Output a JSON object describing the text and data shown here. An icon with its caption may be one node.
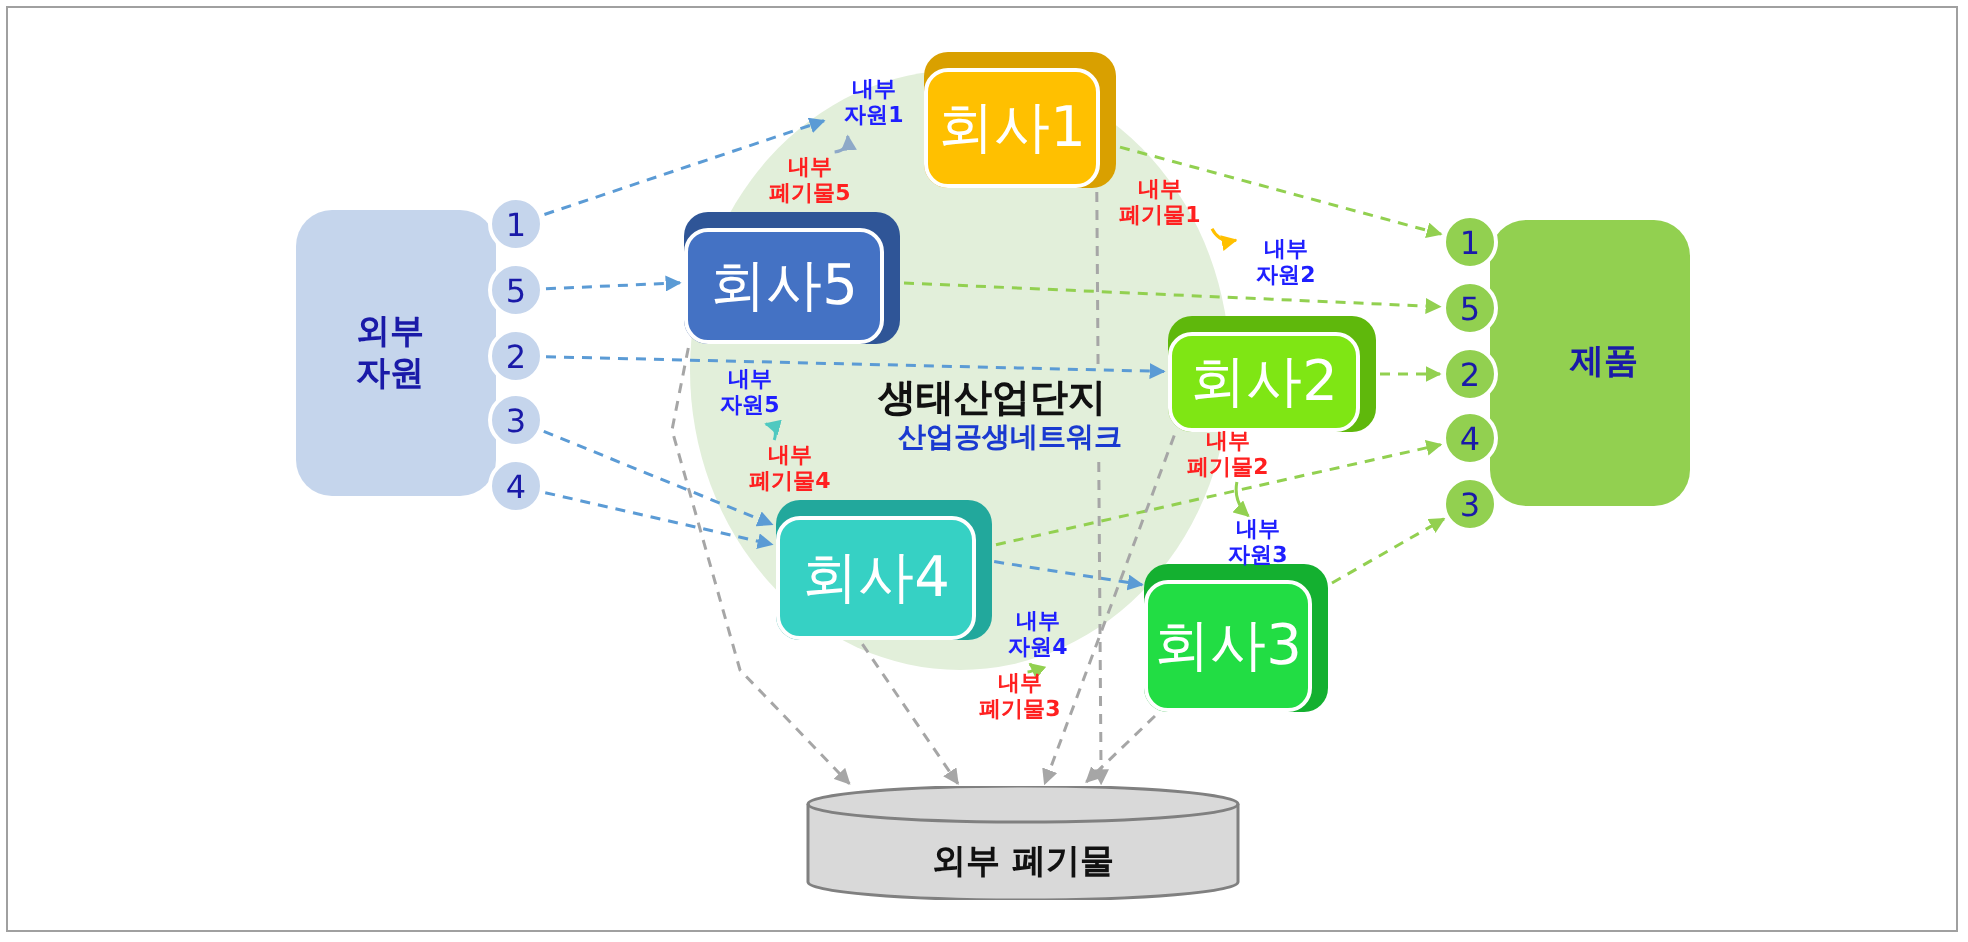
{
  "diagram": {
    "nodes": [
      {
        "text": [
          "외부 자원"
        ]
      },
      {
        "text": [
          "1"
        ]
      },
      {
        "text": [
          "5"
        ]
      },
      {
        "text": [
          "2"
        ]
      },
      {
        "text": [
          "3"
        ]
      },
      {
        "text": [
          "4"
        ]
      },
      {
        "text": [
          "제품"
        ]
      },
      {
        "text": [
          "1"
        ]
      },
      {
        "text": [
          "5"
        ]
      },
      {
        "text": [
          "2"
        ]
      },
      {
        "text": [
          "4"
        ]
      },
      {
        "text": [
          "3"
        ]
      },
      {
        "text": [
          "회사1"
        ]
      },
      {
        "text": [
          "회사5"
        ]
      },
      {
        "text": [
          "회사2"
        ]
      },
      {
        "text": [
          "회사4"
        ]
      },
      {
        "text": [
          "회사3"
        ]
      },
      {
        "text": [
          "외부 폐기물"
        ]
      },
      {
        "text": [
          "내부 자원1"
        ]
      },
      {
        "text": [
          "내부 폐기물5"
        ]
      },
      {
        "text": [
          "내부 폐기물1"
        ]
      },
      {
        "text": [
          "내부 자원2"
        ]
      },
      {
        "text": [
          "내부 자원5"
        ]
      },
      {
        "text": [
          "내부 폐기물4"
        ]
      },
      {
        "text": [
          "내부 폐기물2"
        ]
      },
      {
        "text": [
          "내부 자원3"
        ]
      },
      {
        "text": [
          "내부 자원4"
        ]
      },
      {
        "text": [
          "내부 폐기물3"
        ]
      }
    ],
    "edges": [
      {
        "from": 1,
        "to": 18,
        "arrow": "to",
        "style": "dashed",
        "color": "#5b9bd5"
      },
      {
        "from": 2,
        "to": 13,
        "arrow": "to",
        "style": "dashed",
        "color": "#5b9bd5"
      },
      {
        "from": 3,
        "to": 14,
        "arrow": "to",
        "style": "dashed",
        "color": "#5b9bd5"
      },
      {
        "from": 4,
        "to": 15,
        "arrow": "to",
        "style": "dashed",
        "color": "#5b9bd5"
      },
      {
        "from": 5,
        "to": 15,
        "arrow": "to",
        "style": "dashed",
        "color": "#5b9bd5"
      },
      {
        "from": 15,
        "to": 16,
        "arrow": "to",
        "style": "dashed",
        "color": "#5b9bd5"
      },
      {
        "from": 12,
        "to": 7,
        "arrow": "to",
        "style": "dashed",
        "color": "#92d050"
      },
      {
        "from": 13,
        "to": 8,
        "arrow": "to",
        "style": "dashed",
        "color": "#92d050"
      },
      {
        "from": 14,
        "to": 9,
        "arrow": "to",
        "style": "dashed",
        "color": "#92d050"
      },
      {
        "from": 15,
        "to": 10,
        "arrow": "to",
        "style": "dashed",
        "color": "#92d050"
      },
      {
        "from": 16,
        "to": 11,
        "arrow": "to",
        "style": "dashed",
        "color": "#92d050"
      },
      {
        "from": 12,
        "to": 17,
        "arrow": "to",
        "style": "dashed",
        "color": "#a6a6a6"
      },
      {
        "from": 13,
        "to": 17,
        "arrow": "to",
        "style": "dashed",
        "color": "#a6a6a6"
      },
      {
        "from": 14,
        "to": 17,
        "arrow": "to",
        "style": "dashed",
        "color": "#a6a6a6"
      },
      {
        "from": 15,
        "to": 17,
        "arrow": "to",
        "style": "dashed",
        "color": "#a6a6a6"
      },
      {
        "from": 16,
        "to": 17,
        "arrow": "to",
        "style": "dashed",
        "color": "#a6a6a6"
      },
      {
        "from": 19,
        "to": 18,
        "arrow": "to",
        "color": "#8ea9c8"
      },
      {
        "from": 20,
        "to": 21,
        "arrow": "to",
        "color": "#ffc000"
      },
      {
        "from": 24,
        "to": 25,
        "arrow": "to",
        "color": "#92d050"
      },
      {
        "from": 27,
        "to": 26,
        "arrow": "to",
        "color": "#92d050"
      },
      {
        "from": 23,
        "to": 22,
        "arrow": "to",
        "color": "#4fc9c0"
      }
    ],
    "labels": [
      "생태산업단지",
      "산업공생네트워크"
    ]
  }
}
